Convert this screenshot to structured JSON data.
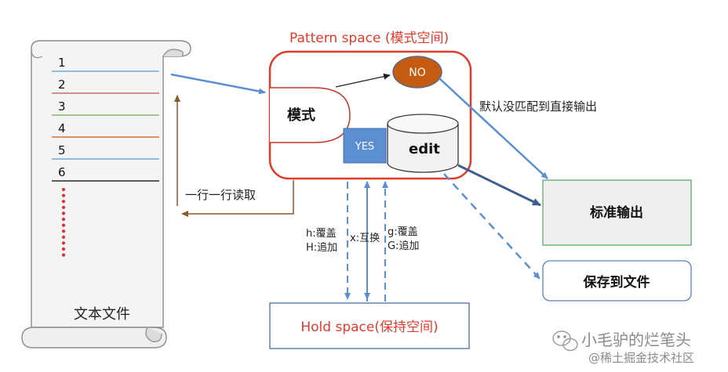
{
  "scroll": {
    "lines": [
      "1",
      "2",
      "3",
      "4",
      "5",
      "6"
    ],
    "line_colors": [
      "#5b9bd5",
      "#c0504d",
      "#70ad47",
      "#c55a11",
      "#5b9bd5",
      "#000000"
    ],
    "label": "文本文件",
    "dot_color": "#e03030"
  },
  "pattern_space": {
    "title": "Pattern space (模式空间)",
    "mode_label": "模式",
    "no_label": "NO",
    "yes_label": "YES",
    "edit_label": "edit",
    "border_color": "#e03a2c",
    "no_fill": "#c55a11",
    "yes_fill": "#5b8fd1"
  },
  "read_label": "一行一行读取",
  "default_label": "默认没匹配到直接输出",
  "stdout_label": "标准输出",
  "save_label": "保存到文件",
  "hold_space": {
    "label": "Hold space(保持空间)",
    "color": "#e03a2c"
  },
  "commands": {
    "h": "h:覆盖",
    "H": "H:追加",
    "x": "x:互换",
    "g": "g:覆盖",
    "G": "G:追加"
  },
  "watermark": {
    "line1": "小毛驴的烂笔头",
    "line2": "@稀土掘金技术社区"
  },
  "arrow_color": "#5b8fd1"
}
